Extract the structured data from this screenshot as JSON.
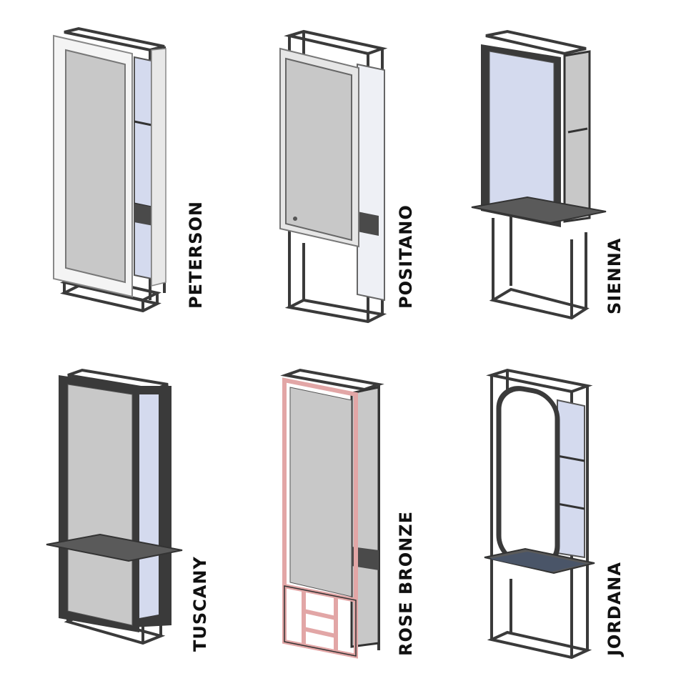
{
  "colors": {
    "frame": "#3a3a3a",
    "frame_light": "#5a5a5a",
    "mirror": "#c8c8c8",
    "glass_blue": "#d4daee",
    "white_frame": "#f4f4f4",
    "rose": "#e2a6a6",
    "mat": "#4a5568"
  },
  "products": [
    {
      "name": "PETERSON",
      "style": "white-frame"
    },
    {
      "name": "POSITANO",
      "style": "glass-panel"
    },
    {
      "name": "SIENNA",
      "style": "blue-mirror-shelf"
    },
    {
      "name": "TUSCANY",
      "style": "dark-frame-shelf"
    },
    {
      "name": "ROSE BRONZE",
      "style": "rose-frame"
    },
    {
      "name": "JORDANA",
      "style": "rounded-mirror-mat"
    }
  ]
}
